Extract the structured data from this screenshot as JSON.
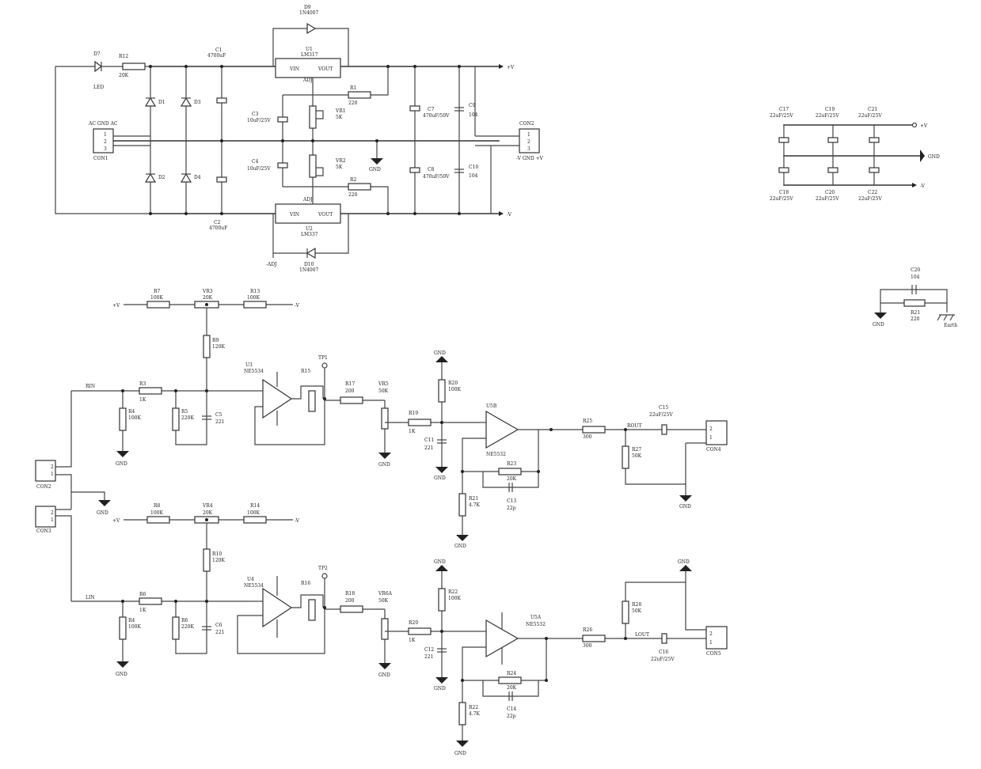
{
  "power": {
    "d9": "D9",
    "d9v": "1N4007",
    "u1": "U1",
    "u1v": "LM317",
    "u2": "U2",
    "u2v": "LM337",
    "d10": "D10",
    "d10v": "1N4007",
    "vin1": "VIN",
    "vout1": "VOUT",
    "adj1": "ADJ",
    "vin2": "VIN",
    "vout2": "VOUT",
    "adj2": "ADJ",
    "d7": "D7",
    "led": "LED",
    "r12": "R12",
    "r12v": "20K",
    "c1": "C1",
    "c1v": "4700uF",
    "c2": "C2",
    "c2v": "4700uF",
    "d1": "D1",
    "d2": "D2",
    "d3": "D3",
    "d4": "D4",
    "r1": "R1",
    "r1v": "220",
    "r2": "R2",
    "r2v": "220",
    "c3": "C3",
    "c3v": "10uF/25V",
    "c4": "C4",
    "c4v": "10uF/25V",
    "vr1": "VR1",
    "vr1v": "5K",
    "vr2": "VR2",
    "vr2v": "5K",
    "gnd": "GND",
    "c7": "C7",
    "c7v": "470uF/50V",
    "c8": "C8",
    "c8v": "470uF/50V",
    "c9": "C9",
    "c9v": "104",
    "c10": "C10",
    "c10v": "104",
    "plusv": "+V",
    "minusv": "-V",
    "con1_label": "AC GND AC",
    "con1": "CON1",
    "con2_label": "CON2",
    "con2_pins": "-V GND +V",
    "adj_label": "-ADJ",
    "pins3": [
      "1",
      "2",
      "3"
    ]
  },
  "decoupling": {
    "c17": "C17",
    "c19": "C19",
    "c21": "C21",
    "c18": "C18",
    "c20": "C20",
    "c22": "C22",
    "val": "22uF/25V",
    "plusv": "+V",
    "minusv": "-V",
    "gnd": "GND"
  },
  "earth": {
    "c20": "C20",
    "c20v": "104",
    "r21": "R21",
    "r21v": "220",
    "gnd": "GND",
    "earth": "Earth"
  },
  "ch_r": {
    "r7": "R7",
    "r7v": "100K",
    "vr3": "VR3",
    "vr3v": "20K",
    "r13": "R13",
    "r13v": "100K",
    "plusv": "+V",
    "minusv": "-V",
    "r9": "R9",
    "r9v": "120K",
    "u3": "U3",
    "u3v": "NE5534",
    "tp1": "TP1",
    "r15": "R15",
    "rin": "RIN",
    "r3": "R3",
    "r3v": "1K",
    "r4": "R4",
    "r4v": "100K",
    "r5": "R5",
    "r5v": "220K",
    "c5": "C5",
    "c5v": "221",
    "r17": "R17",
    "r17v": "200",
    "vr5": "VR5",
    "vr5v": "50K",
    "r19": "R19",
    "r19v": "1K",
    "c11": "C11",
    "c11v": "221",
    "r20": "R20",
    "r20v": "100K",
    "u5": "U5B",
    "u5v": "NE5532",
    "r23": "R23",
    "r23v": "20K",
    "c13": "C13",
    "c13v": "22p",
    "r21": "R21",
    "r21v": "4.7K",
    "rs": "R25",
    "rsv": "300",
    "rout": "ROUT",
    "r27": "R27",
    "r27v": "50K",
    "c15": "C15",
    "c15v": "22uF/25V",
    "con": "CON4",
    "gnd": "GND"
  },
  "ch_l": {
    "r8": "R8",
    "r8v": "100K",
    "vr4": "VR4",
    "vr4v": "20K",
    "r14": "R14",
    "r14v": "100K",
    "plusv": "+V",
    "minusv": "-V",
    "r10": "R10",
    "r10v": "120K",
    "u4": "U4",
    "u4v": "NE5534",
    "tp2": "TP2",
    "r16": "R16",
    "lin": "LIN",
    "r6": "R6",
    "r6v": "1K",
    "r4": "R4",
    "r4v": "100K",
    "r6b": "R6",
    "r6bv": "220K",
    "c6": "C6",
    "c6v": "221",
    "r18": "R18",
    "r18v": "200",
    "vr6": "VR6A",
    "vr6v": "50K",
    "r20": "R20",
    "r20v": "1K",
    "c12": "C12",
    "c12v": "221",
    "r22b": "R22",
    "r22bv": "100K",
    "u5": "U5A",
    "u5v": "NE5532",
    "r24": "R24",
    "r24v": "20K",
    "c14": "C14",
    "c14v": "22p",
    "r22": "R22",
    "r22v": "4.7K",
    "rs": "R26",
    "rsv": "300",
    "lout": "LOUT",
    "r28": "R28",
    "r28v": "50K",
    "c16": "C16",
    "c16v": "22uF/25V",
    "con": "CON5",
    "gnd": "GND"
  },
  "inputs": {
    "con2": "CON2",
    "con3": "CON3",
    "gnd": "GND",
    "pins2": [
      "2",
      "1"
    ]
  }
}
